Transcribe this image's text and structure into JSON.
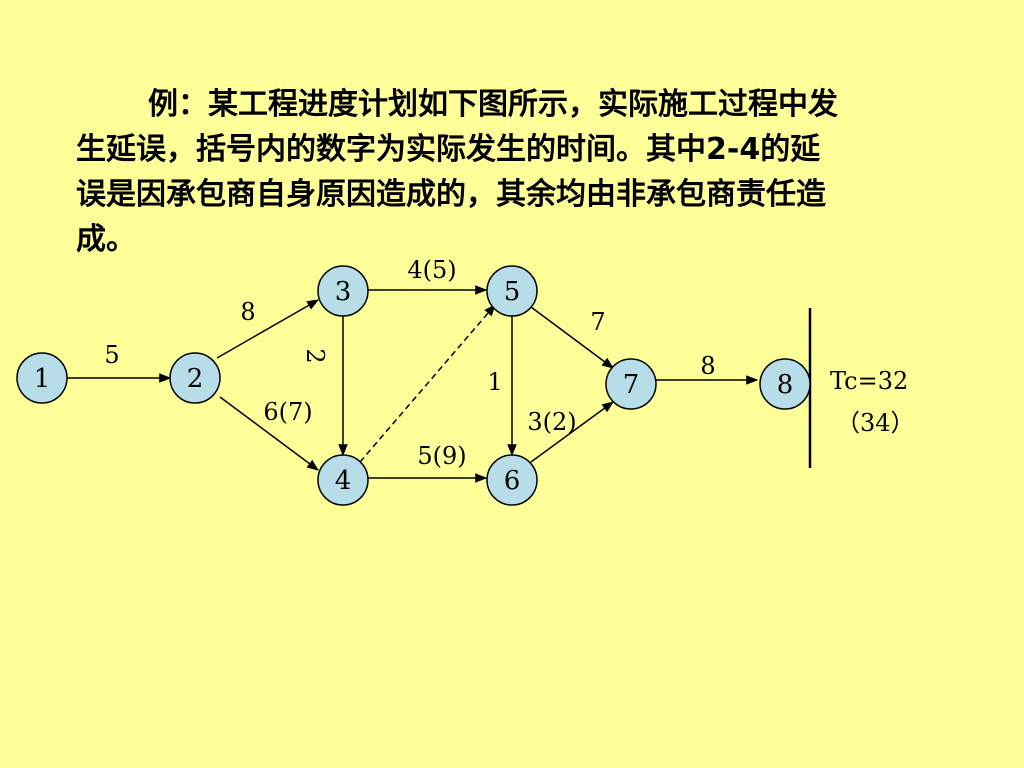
{
  "paragraph": {
    "lines": [
      "例：某工程进度计划如下图所示，实际施工过程中发",
      "生延误，括号内的数字为实际发生的时间。其中2-4的延",
      "误是因承包商自身原因造成的，其余均由非承包商责任造",
      "成。"
    ]
  },
  "network": {
    "nodes": [
      "1",
      "2",
      "3",
      "4",
      "5",
      "6",
      "7",
      "8"
    ],
    "edge_labels": {
      "e12": "5",
      "e23": "8",
      "e24": "6(7)",
      "e34": "2",
      "e35": "4(5)",
      "e45": "",
      "e46": "5(9)",
      "e56": "1",
      "e57": "7",
      "e67": "3(2)",
      "e78": "8"
    },
    "tc": "Tc=32",
    "tc_actual": "（34）"
  },
  "colors": {
    "background": "#ffff99",
    "node_fill": "#b7dde8",
    "stroke": "#000000"
  }
}
